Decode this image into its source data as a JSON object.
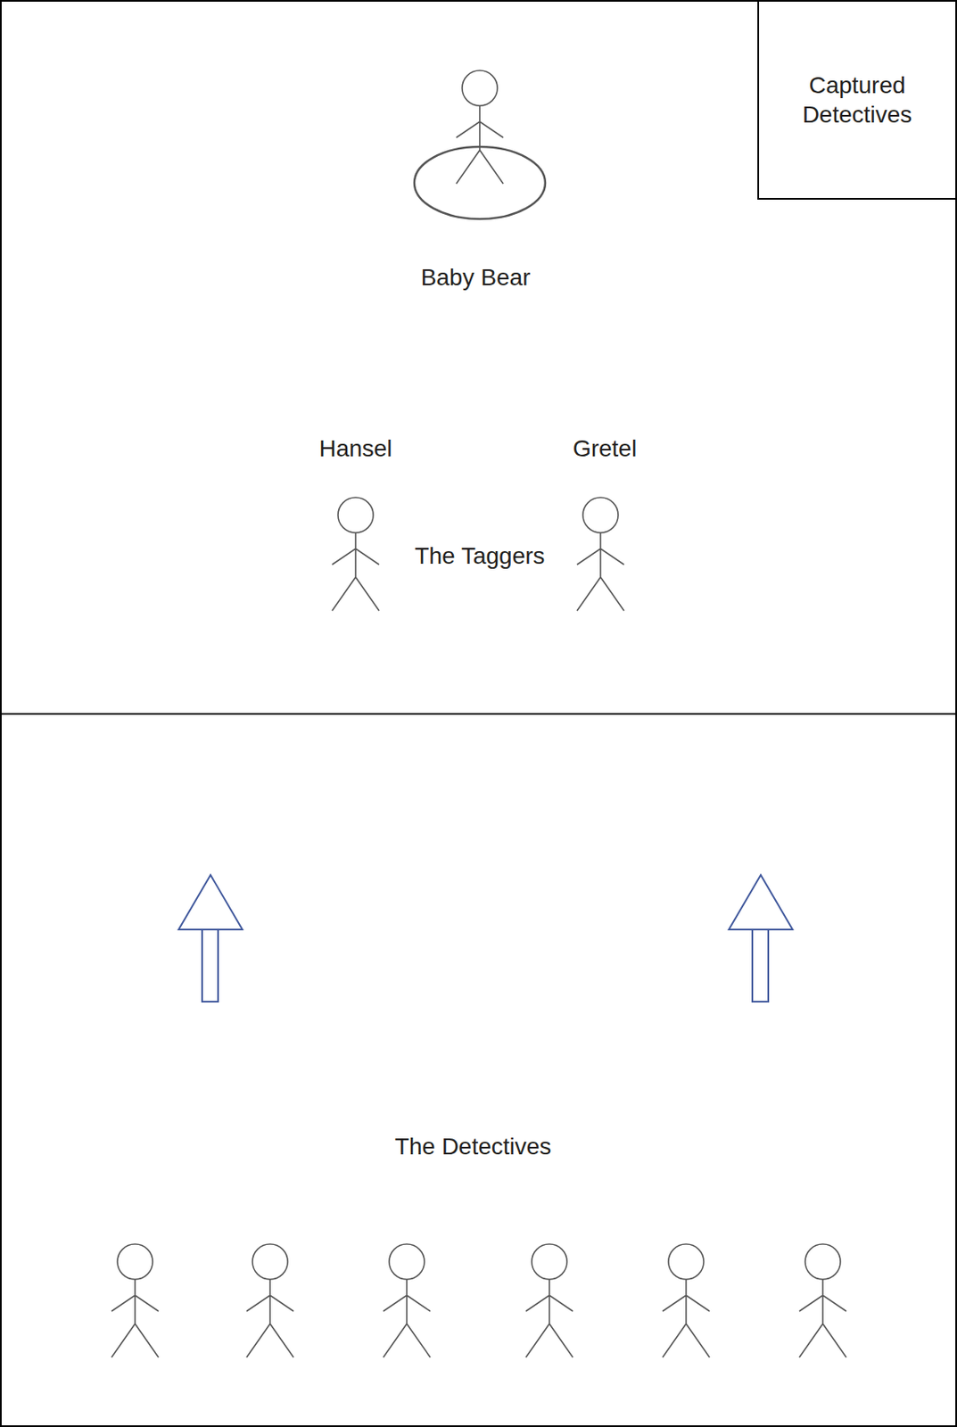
{
  "diagram": {
    "nodes": [
      {
        "text": [
          "Captured Detectives"
        ]
      }
    ],
    "labels": [
      "Baby Bear",
      "Hansel",
      "Gretel",
      "The Taggers",
      "The Detectives"
    ]
  }
}
